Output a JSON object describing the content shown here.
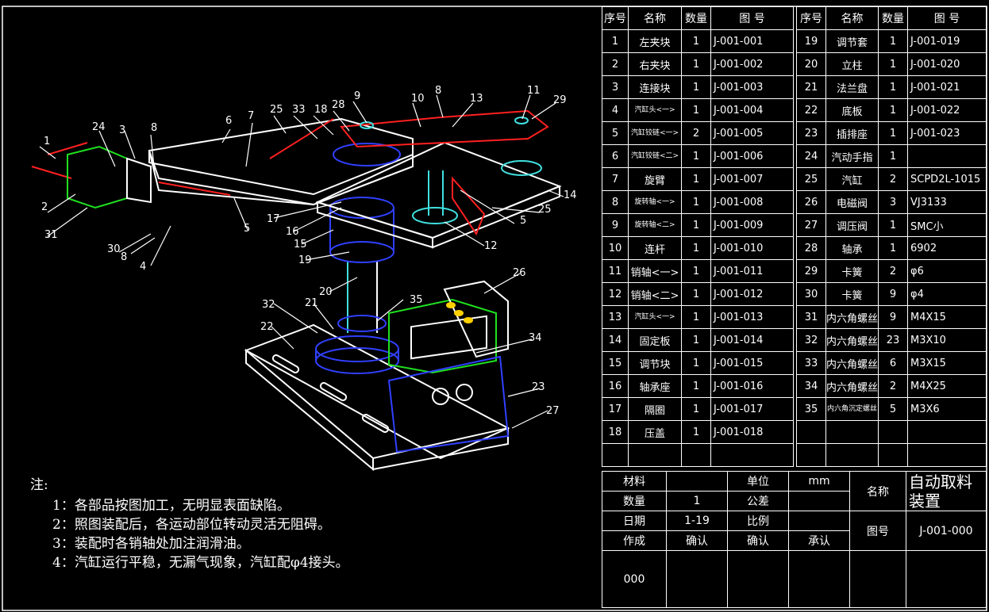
{
  "bom_headers": {
    "seq": "序号",
    "name": "名称",
    "qty": "数量",
    "drawing": "图 号"
  },
  "bom_left": [
    {
      "seq": "1",
      "name": "左夹块",
      "qty": "1",
      "drawing": "J-001-001"
    },
    {
      "seq": "2",
      "name": "右夹块",
      "qty": "1",
      "drawing": "J-001-002"
    },
    {
      "seq": "3",
      "name": "连接块",
      "qty": "1",
      "drawing": "J-001-003"
    },
    {
      "seq": "4",
      "name": "汽缸头<一>",
      "qty": "1",
      "drawing": "J-001-004"
    },
    {
      "seq": "5",
      "name": "汽缸铰链<一>",
      "qty": "2",
      "drawing": "J-001-005"
    },
    {
      "seq": "6",
      "name": "汽缸铰链<二>",
      "qty": "1",
      "drawing": "J-001-006"
    },
    {
      "seq": "7",
      "name": "旋臂",
      "qty": "1",
      "drawing": "J-001-007"
    },
    {
      "seq": "8",
      "name": "旋转轴<一>",
      "qty": "1",
      "drawing": "J-001-008"
    },
    {
      "seq": "9",
      "name": "旋转轴<二>",
      "qty": "1",
      "drawing": "J-001-009"
    },
    {
      "seq": "10",
      "name": "连杆",
      "qty": "1",
      "drawing": "J-001-010"
    },
    {
      "seq": "11",
      "name": "销轴<一>",
      "qty": "1",
      "drawing": "J-001-011"
    },
    {
      "seq": "12",
      "name": "销轴<二>",
      "qty": "1",
      "drawing": "J-001-012"
    },
    {
      "seq": "13",
      "name": "汽缸头<一>",
      "qty": "1",
      "drawing": "J-001-013"
    },
    {
      "seq": "14",
      "name": "固定板",
      "qty": "1",
      "drawing": "J-001-014"
    },
    {
      "seq": "15",
      "name": "调节块",
      "qty": "1",
      "drawing": "J-001-015"
    },
    {
      "seq": "16",
      "name": "轴承座",
      "qty": "1",
      "drawing": "J-001-016"
    },
    {
      "seq": "17",
      "name": "隔圈",
      "qty": "1",
      "drawing": "J-001-017"
    },
    {
      "seq": "18",
      "name": "压盖",
      "qty": "1",
      "drawing": "J-001-018"
    }
  ],
  "bom_right": [
    {
      "seq": "19",
      "name": "调节套",
      "qty": "1",
      "drawing": "J-001-019"
    },
    {
      "seq": "20",
      "name": "立柱",
      "qty": "1",
      "drawing": "J-001-020"
    },
    {
      "seq": "21",
      "name": "法兰盘",
      "qty": "1",
      "drawing": "J-001-021"
    },
    {
      "seq": "22",
      "name": "底板",
      "qty": "1",
      "drawing": "J-001-022"
    },
    {
      "seq": "23",
      "name": "插排座",
      "qty": "1",
      "drawing": "J-001-023"
    },
    {
      "seq": "24",
      "name": "汽动手指",
      "qty": "1",
      "drawing": ""
    },
    {
      "seq": "25",
      "name": "汽缸",
      "qty": "2",
      "drawing": "SCPD2L-1015"
    },
    {
      "seq": "26",
      "name": "电磁阀",
      "qty": "3",
      "drawing": "VJ3133"
    },
    {
      "seq": "27",
      "name": "调压阀",
      "qty": "1",
      "drawing": "SMC小"
    },
    {
      "seq": "28",
      "name": "轴承",
      "qty": "1",
      "drawing": "6902"
    },
    {
      "seq": "29",
      "name": "卡簧",
      "qty": "2",
      "drawing": "φ6"
    },
    {
      "seq": "30",
      "name": "卡簧",
      "qty": "9",
      "drawing": "φ4"
    },
    {
      "seq": "31",
      "name": "内六角螺丝",
      "qty": "9",
      "drawing": "M4X15"
    },
    {
      "seq": "32",
      "name": "内六角螺丝",
      "qty": "23",
      "drawing": "M3X10"
    },
    {
      "seq": "33",
      "name": "内六角螺丝",
      "qty": "6",
      "drawing": "M3X15"
    },
    {
      "seq": "34",
      "name": "内六角螺丝",
      "qty": "2",
      "drawing": "M4X25"
    },
    {
      "seq": "35",
      "name": "内六角沉定螺丝",
      "qty": "5",
      "drawing": "M3X6"
    }
  ],
  "title_block": {
    "material_label": "材料",
    "material_value": "",
    "unit_label": "单位",
    "unit_value": "mm",
    "name_label": "名称",
    "name_value": "自动取料装置",
    "qty_label": "数量",
    "qty_value": "1",
    "tolerance_label": "公差",
    "tolerance_value": "",
    "date_label": "日期",
    "date_value": "1-19",
    "scale_label": "比例",
    "scale_value": "",
    "drawing_no_label": "图号",
    "drawing_no_value": "J-001-000",
    "author_label": "作成",
    "confirm1_label": "确认",
    "confirm2_label": "确认",
    "approve_label": "承认",
    "author_value": "000"
  },
  "notes": {
    "heading": "注:",
    "items": [
      "1：各部品按图加工，无明显表面缺陷。",
      "2：照图装配后，各运动部位转动灵活无阻碍。",
      "3：装配时各销轴处加注润滑油。",
      "4：汽缸运行平稳，无漏气现象，汽缸配φ4接头。"
    ]
  },
  "callouts": [
    "1",
    "2",
    "3",
    "4",
    "5",
    "5",
    "6",
    "7",
    "8",
    "8",
    "8",
    "9",
    "10",
    "11",
    "12",
    "13",
    "14",
    "15",
    "16",
    "17",
    "18",
    "19",
    "20",
    "21",
    "22",
    "23",
    "24",
    "25",
    "25",
    "26",
    "27",
    "28",
    "29",
    "30",
    "31",
    "32",
    "33",
    "34",
    "35"
  ],
  "colors": {
    "outline": "#ffffff",
    "red": "#ff2020",
    "green": "#20e020",
    "blue": "#3040ff",
    "cyan": "#40e0e0",
    "yellow": "#ffd000",
    "background": "#000000"
  }
}
